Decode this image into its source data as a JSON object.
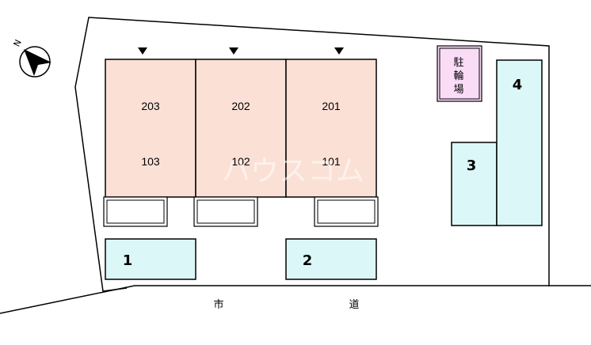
{
  "units": {
    "upper": [
      "203",
      "202",
      "201"
    ],
    "lower": [
      "103",
      "102",
      "101"
    ]
  },
  "parking": {
    "lot1": "1",
    "lot2": "2",
    "lot3": "3",
    "lot4": "4"
  },
  "bike_parking": {
    "char1": "駐",
    "char2": "輪",
    "char3": "場"
  },
  "road": {
    "char1": "市",
    "char2": "道"
  },
  "compass": {
    "label": "N"
  },
  "watermark": "ハウスコム",
  "colors": {
    "building": "#fbe0d6",
    "parking": "#dcf7f7",
    "bike": "#fadcf7",
    "line": "#000000"
  }
}
